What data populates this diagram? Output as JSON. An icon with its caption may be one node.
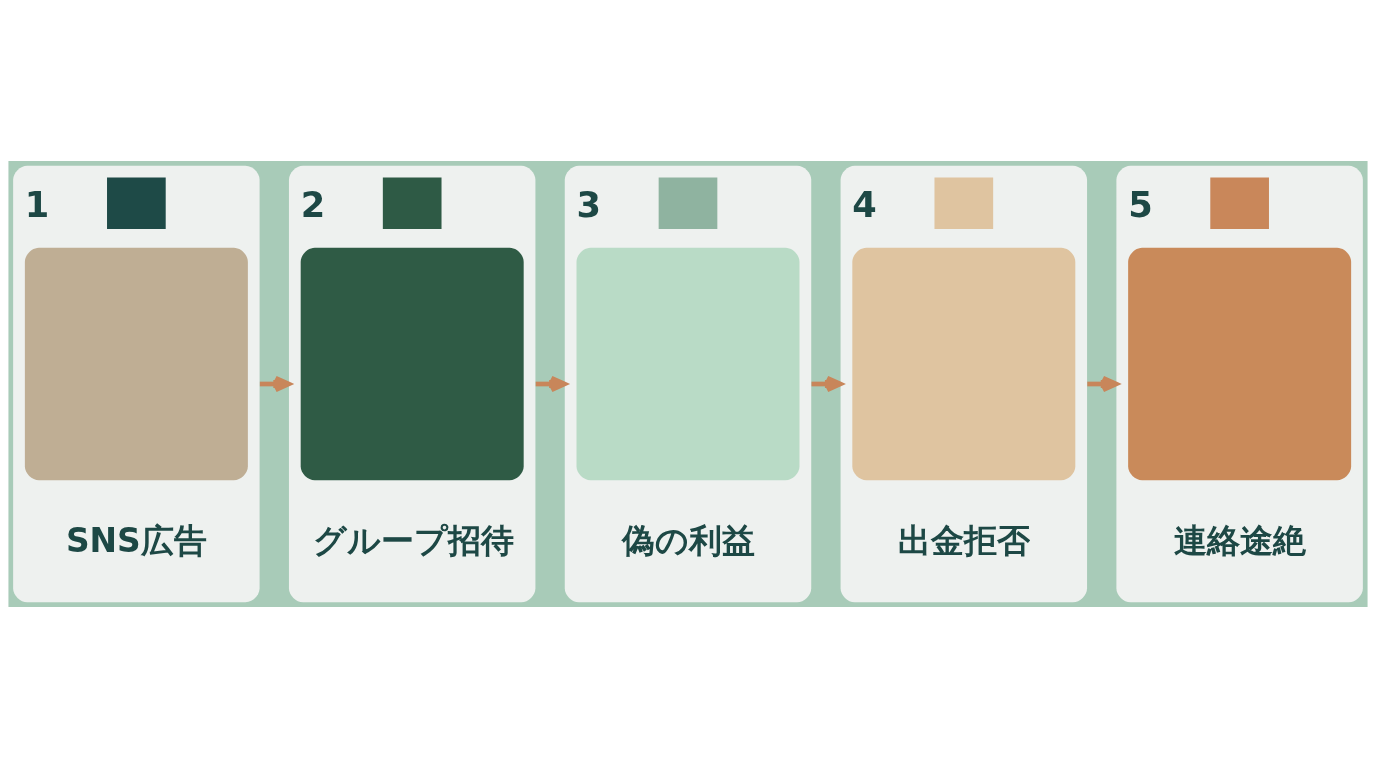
{
  "diagram": {
    "nodes": [
      {
        "text": [
          "1",
          "SNS広告"
        ]
      },
      {
        "text": [
          "2",
          "グループ招待"
        ]
      },
      {
        "text": [
          "3",
          "偽の利益"
        ]
      },
      {
        "text": [
          "4",
          "出金拒否"
        ]
      },
      {
        "text": [
          "5",
          "連絡途絶"
        ]
      }
    ],
    "edges": [
      {
        "from": 0,
        "to": 1,
        "arrow": "to"
      },
      {
        "from": 1,
        "to": 2,
        "arrow": "to"
      },
      {
        "from": 2,
        "to": 3,
        "arrow": "to"
      },
      {
        "from": 3,
        "to": 4,
        "arrow": "to"
      }
    ]
  }
}
